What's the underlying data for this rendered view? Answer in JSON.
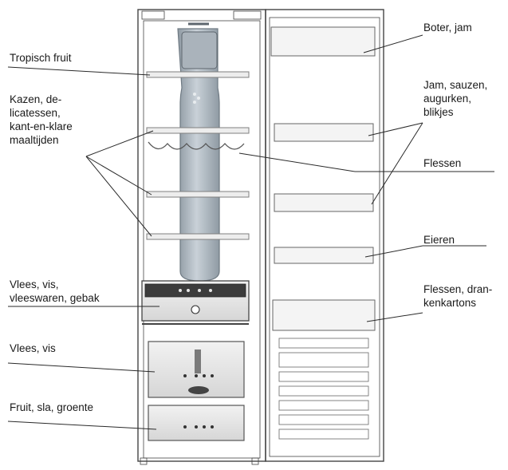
{
  "labels_left": [
    {
      "id": "tropisch-fruit",
      "text": "Tropisch fruit"
    },
    {
      "id": "kazen",
      "text": "Kazen, de-\nlicatessen,\nkant-en-klare\nmaaltijden"
    },
    {
      "id": "vlees-vleeswaren",
      "text": "Vlees, vis,\nvleeswaren, gebak"
    },
    {
      "id": "vlees-vis",
      "text": "Vlees, vis"
    },
    {
      "id": "fruit-sla",
      "text": "Fruit, sla, groente"
    }
  ],
  "labels_right": [
    {
      "id": "boter-jam",
      "text": "Boter, jam"
    },
    {
      "id": "jam-sauzen",
      "text": "Jam, sauzen,\naugurken,\nblikjes"
    },
    {
      "id": "flessen",
      "text": "Flessen"
    },
    {
      "id": "eieren",
      "text": "Eieren"
    },
    {
      "id": "flessen-drankkartons",
      "text": "Flessen, dran-\nkenkartons"
    }
  ],
  "colors": {
    "line": "#2a2a2a",
    "cabinet": "#444444",
    "shelf": "#8a8a8a",
    "tower_fill": "#b7c0c8",
    "tower_stroke": "#6f7a83",
    "drawer_fill": "#e3e3e3"
  },
  "icons": [
    "air-tower-icon",
    "wine-rack-icon",
    "control-panel-icon"
  ]
}
